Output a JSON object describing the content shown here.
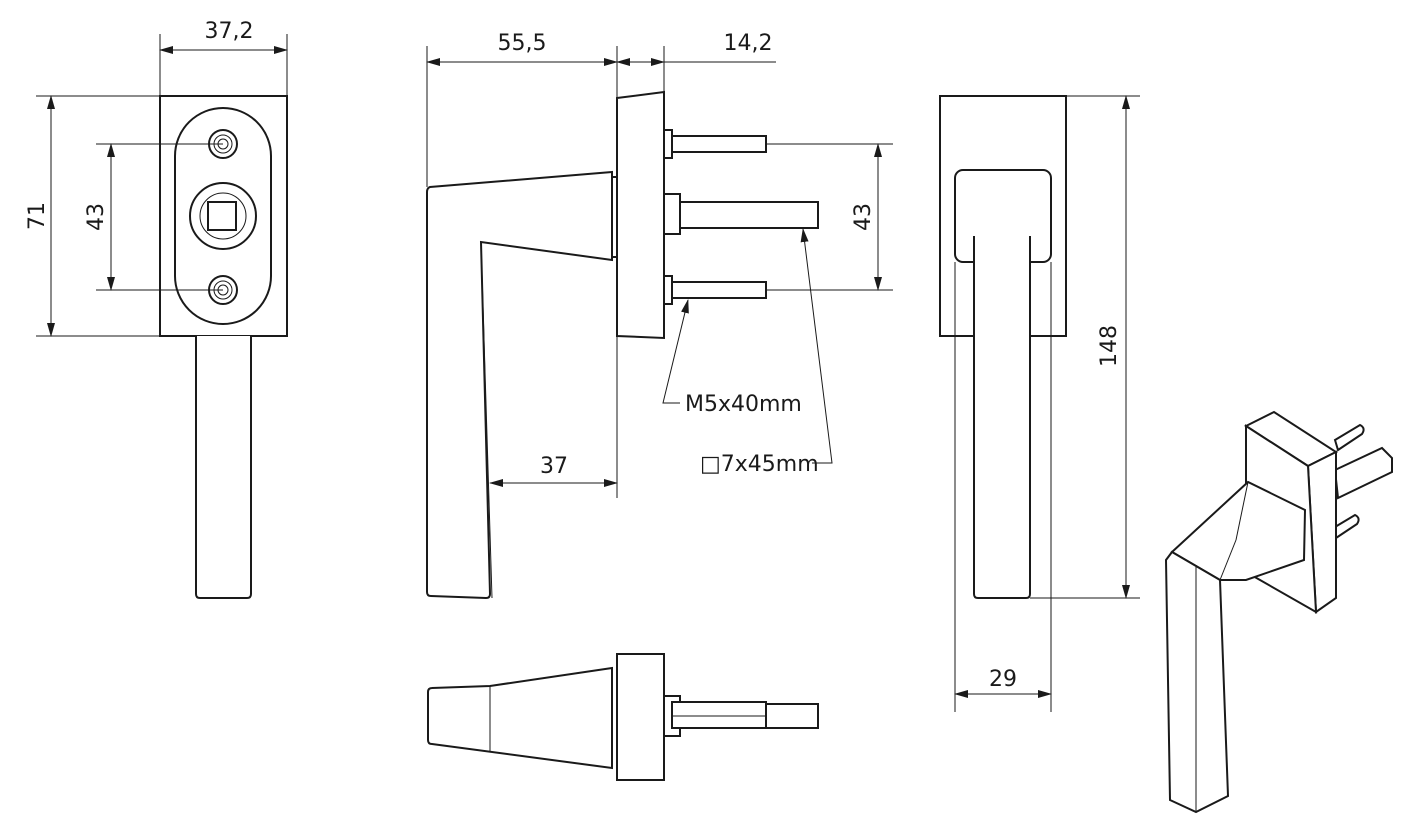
{
  "dimensions": {
    "front_width": "37,2",
    "front_height": "71",
    "front_screw_spacing": "43",
    "side_handle_depth": "55,5",
    "side_base_depth": "14,2",
    "side_screw_spacing": "43",
    "side_grip_offset": "37",
    "back_total_height": "148",
    "back_handle_width": "29"
  },
  "callouts": {
    "screw": "M5x40mm",
    "spindle": "□7x45mm"
  },
  "colors": {
    "line": "#1a1a1a",
    "background": "#ffffff"
  }
}
